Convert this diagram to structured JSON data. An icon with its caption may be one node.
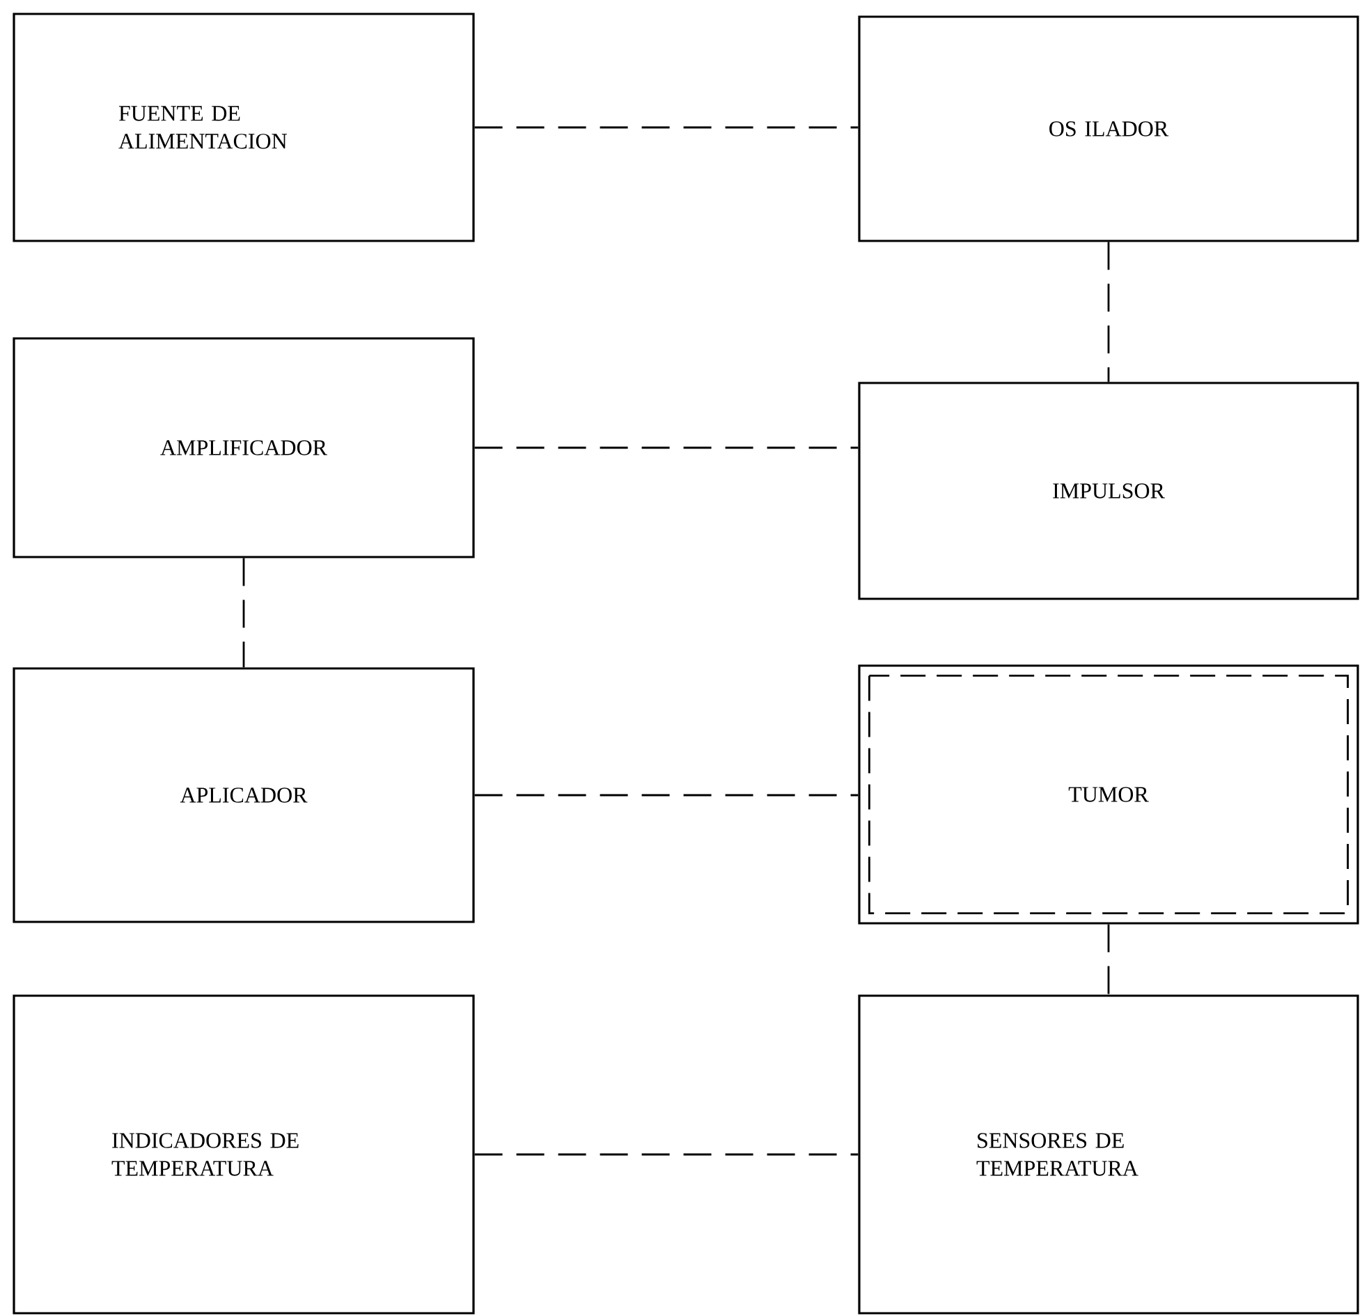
{
  "diagram": {
    "nodes": [
      {
        "text": [
          "FUENTE DE ALIMENTACION"
        ]
      },
      {
        "text": [
          "OS  ILADOR"
        ]
      },
      {
        "text": [
          "AMPLIFICADOR"
        ]
      },
      {
        "text": [
          "IMPULSOR"
        ]
      },
      {
        "text": [
          "APLICADOR"
        ]
      },
      {
        "text": [
          "TUMOR"
        ]
      },
      {
        "text": [
          "INDICADORES DE TEMPERATURA"
        ]
      },
      {
        "text": [
          "SENSORES DE TEMPERATURA"
        ]
      }
    ],
    "edges": [
      {
        "from": 0,
        "to": 1,
        "arrow": "none",
        "style": "dashed"
      },
      {
        "from": 1,
        "to": 3,
        "arrow": "none",
        "style": "dashed"
      },
      {
        "from": 2,
        "to": 3,
        "arrow": "none",
        "style": "dashed"
      },
      {
        "from": 2,
        "to": 4,
        "arrow": "none",
        "style": "dashed"
      },
      {
        "from": 4,
        "to": 5,
        "arrow": "none",
        "style": "dashed"
      },
      {
        "from": 5,
        "to": 7,
        "arrow": "none",
        "style": "dashed"
      },
      {
        "from": 6,
        "to": 7,
        "arrow": "none",
        "style": "dashed"
      }
    ]
  }
}
